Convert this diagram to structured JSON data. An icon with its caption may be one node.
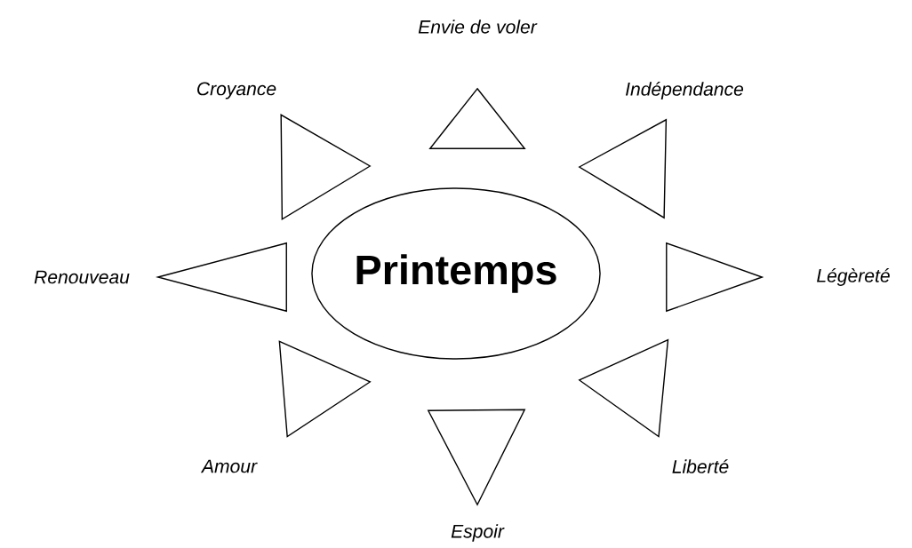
{
  "diagram": {
    "nodes": [
      {
        "text": [
          "Printemps"
        ]
      },
      {
        "text": [],
        "shape": "triangle",
        "beside": [
          "Envie de voler"
        ]
      },
      {
        "text": [],
        "shape": "triangle",
        "beside": [
          "Indépendance"
        ]
      },
      {
        "text": [],
        "shape": "triangle",
        "beside": [
          "Légèreté"
        ]
      },
      {
        "text": [],
        "shape": "triangle",
        "beside": [
          "Liberté"
        ]
      },
      {
        "text": [],
        "shape": "triangle",
        "beside": [
          "Espoir"
        ]
      },
      {
        "text": [],
        "shape": "triangle",
        "beside": [
          "Amour"
        ]
      },
      {
        "text": [],
        "shape": "triangle",
        "beside": [
          "Renouveau"
        ]
      },
      {
        "text": [],
        "shape": "triangle",
        "beside": [
          "Croyance"
        ]
      }
    ]
  }
}
